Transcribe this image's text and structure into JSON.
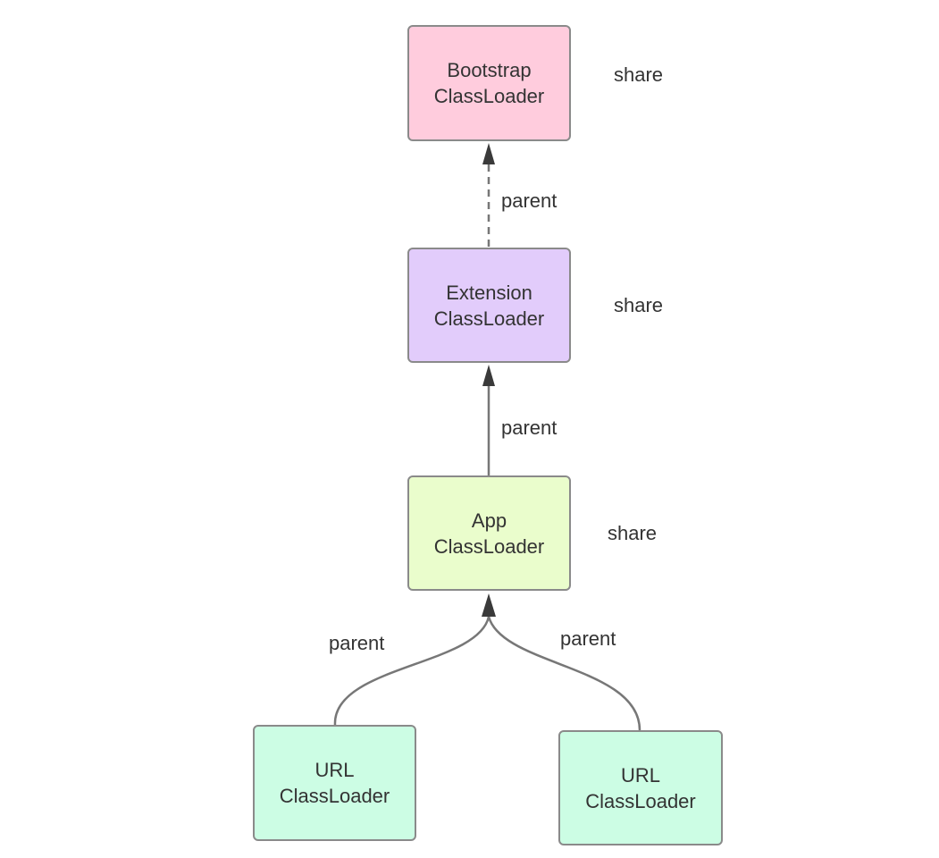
{
  "nodes": {
    "bootstrap": {
      "line1": "Bootstrap",
      "line2": "ClassLoader",
      "color": "#ffccdd"
    },
    "extension": {
      "line1": "Extension",
      "line2": "ClassLoader",
      "color": "#e2ccfb"
    },
    "app": {
      "line1": "App",
      "line2": "ClassLoader",
      "color": "#eafdcc"
    },
    "url_left": {
      "line1": "URL",
      "line2": "ClassLoader",
      "color": "#ccfde4"
    },
    "url_right": {
      "line1": "URL",
      "line2": "ClassLoader",
      "color": "#ccfde4"
    }
  },
  "share_labels": {
    "bootstrap": "share",
    "extension": "share",
    "app": "share"
  },
  "edges": {
    "ext_to_bootstrap": {
      "label": "parent",
      "style": "dashed"
    },
    "app_to_ext": {
      "label": "parent",
      "style": "solid"
    },
    "url_left_to_app": {
      "label": "parent",
      "style": "curved"
    },
    "url_right_to_app": {
      "label": "parent",
      "style": "curved"
    }
  },
  "colors": {
    "border": "#8a8a8a",
    "edge": "#777777",
    "arrowhead": "#3a3a3a",
    "text": "#333333"
  }
}
